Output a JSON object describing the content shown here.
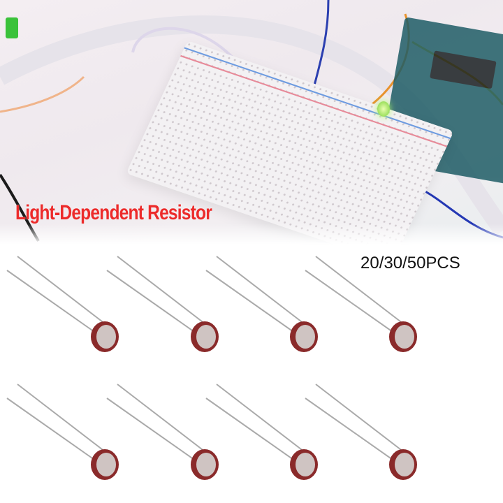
{
  "hero": {
    "title": "Light-Dependent Resistor",
    "title_color": "#ec2b2b"
  },
  "product": {
    "quantity_label": "20/30/50PCS",
    "item_count_shown": 8,
    "component_color": "#8a2a2a"
  }
}
